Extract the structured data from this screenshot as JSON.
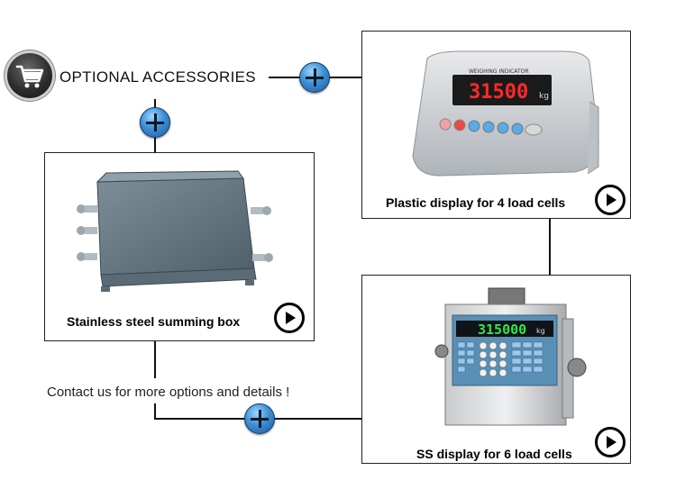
{
  "header": {
    "title": "OPTIONAL ACCESSORIES",
    "cart_icon": "shopping-cart-icon"
  },
  "products": [
    {
      "caption": "Plastic display for 4 load cells",
      "icon": "play-icon"
    },
    {
      "caption": "Stainless steel summing box",
      "icon": "play-icon"
    },
    {
      "caption": "SS display for 6 load cells",
      "icon": "play-icon"
    }
  ],
  "displays": {
    "plastic": {
      "brand": "WEIGHING   INDICATOR",
      "reading": "31500",
      "unit": "kg"
    },
    "ss": {
      "reading": "315000",
      "unit": "kg"
    }
  },
  "footer": {
    "contact": "Contact us for more options and details !"
  },
  "colors": {
    "plus_blue": "#3d8fd4",
    "line": "#111111"
  }
}
